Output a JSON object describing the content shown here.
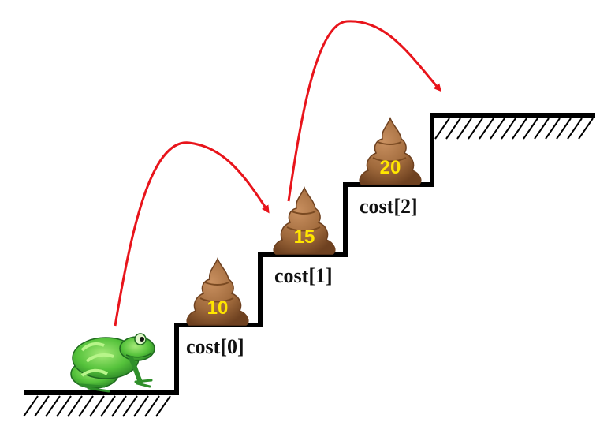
{
  "colors": {
    "stairs": "#000000",
    "arrow": "#e8141b",
    "poop_light": "#b47c4a",
    "poop_dark": "#7a4a22",
    "number": "#ffe600",
    "frog_light": "#7ed957",
    "frog_dark": "#2f8f2a"
  },
  "steps": [
    {
      "label": "cost[0]",
      "value": "10"
    },
    {
      "label": "cost[1]",
      "value": "15"
    },
    {
      "label": "cost[2]",
      "value": "20"
    }
  ],
  "icons": {
    "frog": "frog-icon",
    "poop": "poop-icon",
    "jump": "jump-arrow"
  }
}
